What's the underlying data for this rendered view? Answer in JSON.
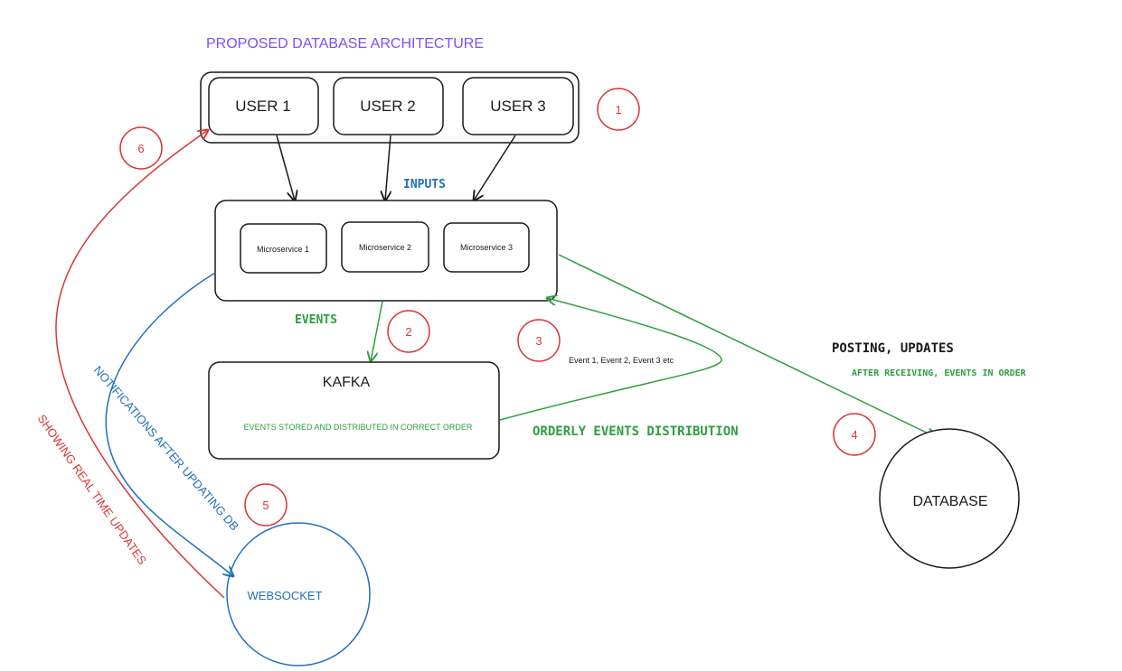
{
  "title": "PROPOSED DATABASE ARCHITECTURE",
  "users": [
    "USER 1",
    "USER 2",
    "USER 3"
  ],
  "microservices": [
    "Microservice 1",
    "Microservice 2",
    "Microservice 3"
  ],
  "kafka": {
    "label": "KAFKA",
    "subtitle": "EVENTS STORED AND DISTRIBUTED IN CORRECT ORDER"
  },
  "database_label": "DATABASE",
  "websocket_label": "WEBSOCKET",
  "edge_labels": {
    "inputs": "INPUTS",
    "events": "EVENTS",
    "event_list": "Event 1, Event 2, Event 3 etc",
    "orderly_distribution": "ORDERLY EVENTS DISTRIBUTION",
    "posting_updates": "POSTING, UPDATES",
    "after_receiving": "AFTER RECEIVING, EVENTS IN ORDER",
    "notifications": "NOTIFICATIONS AFTER UPDATING DB",
    "real_time": "SHOWING REAL TIME UPDATES"
  },
  "steps": [
    "1",
    "2",
    "3",
    "4",
    "5",
    "6"
  ],
  "colors": {
    "title": "#7c4dff",
    "green": "#2e9e3f",
    "blue": "#1f6fbf",
    "red": "#d93636",
    "black": "#1a1a1a"
  }
}
